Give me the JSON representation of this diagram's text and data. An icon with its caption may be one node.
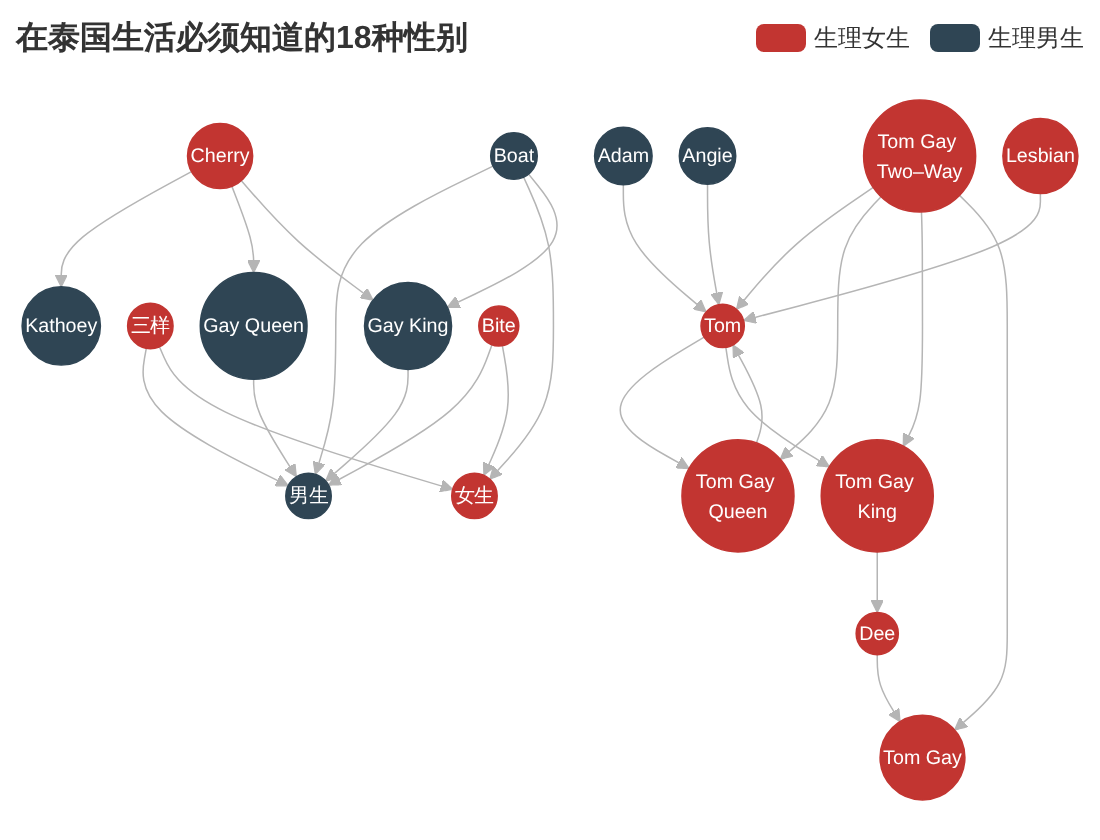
{
  "diagram": {
    "title": "在泰国生活必须知道的18种性别",
    "nodes": [
      {
        "text": [
          "Kathoey"
        ]
      },
      {
        "text": [
          "Adam"
        ]
      },
      {
        "text": [
          "Angie"
        ]
      },
      {
        "text": [
          "Cherry"
        ]
      },
      {
        "text": [
          "三样"
        ]
      },
      {
        "text": [
          "男生"
        ]
      },
      {
        "text": [
          "女生"
        ]
      },
      {
        "text": [
          "Tom"
        ]
      },
      {
        "text": [
          "Dee"
        ]
      },
      {
        "text": [
          "Tom Gay"
        ]
      },
      {
        "text": [
          "Tom Gay King"
        ]
      },
      {
        "text": [
          "Tom Gay Queen"
        ]
      },
      {
        "text": [
          "Tom Gay Two–Way"
        ]
      },
      {
        "text": [
          "Gay King"
        ]
      },
      {
        "text": [
          "Gay Queen"
        ]
      },
      {
        "text": [
          "Boat"
        ]
      },
      {
        "text": [
          "Bite"
        ]
      },
      {
        "text": [
          "Lesbian"
        ]
      }
    ],
    "edges": [
      {
        "from": 3,
        "to": 0,
        "arrow": "to"
      },
      {
        "from": 3,
        "to": 14,
        "arrow": "to"
      },
      {
        "from": 3,
        "to": 13,
        "arrow": "to"
      },
      {
        "from": 4,
        "to": 5,
        "arrow": "to"
      },
      {
        "from": 4,
        "to": 6,
        "arrow": "to"
      },
      {
        "from": 1,
        "to": 7,
        "arrow": "to"
      },
      {
        "from": 2,
        "to": 7,
        "arrow": "to"
      },
      {
        "from": 17,
        "to": 7,
        "arrow": "to"
      },
      {
        "from": 16,
        "to": 5,
        "arrow": "to"
      },
      {
        "from": 16,
        "to": 6,
        "arrow": "to"
      },
      {
        "from": 15,
        "to": 5,
        "arrow": "to"
      },
      {
        "from": 15,
        "to": 6,
        "arrow": "to"
      },
      {
        "from": 15,
        "to": 13,
        "arrow": "to"
      },
      {
        "from": 13,
        "to": 5,
        "arrow": "to"
      },
      {
        "from": 14,
        "to": 5,
        "arrow": "to"
      },
      {
        "from": 12,
        "to": 7,
        "arrow": "to"
      },
      {
        "from": 12,
        "to": 11,
        "arrow": "to"
      },
      {
        "from": 12,
        "to": 10,
        "arrow": "to"
      },
      {
        "from": 12,
        "to": 9,
        "arrow": "to"
      },
      {
        "from": 7,
        "to": 11,
        "arrow": "to"
      },
      {
        "from": 7,
        "to": 10,
        "arrow": "to"
      },
      {
        "from": 8,
        "to": 9,
        "arrow": "to"
      },
      {
        "from": 10,
        "to": 8,
        "arrow": "to"
      },
      {
        "from": 11,
        "to": 7,
        "arrow": "to"
      }
    ],
    "legend": [
      {
        "text": "生理女生",
        "color": "#c23531"
      },
      {
        "text": "生理男生",
        "color": "#2f4554"
      }
    ]
  }
}
